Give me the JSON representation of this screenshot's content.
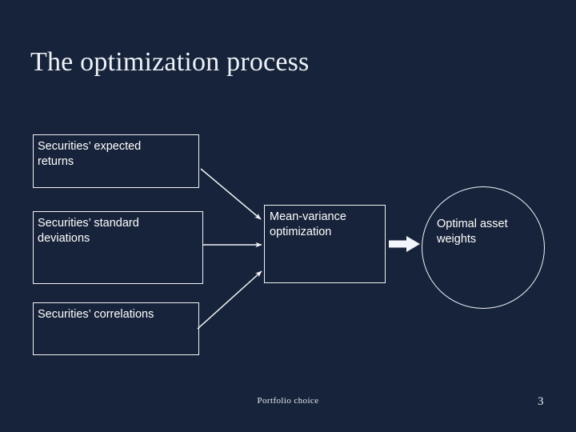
{
  "slide": {
    "title": "The optimization process",
    "background_color": "#17233a",
    "foreground_color": "#ffffff",
    "footer_note": "Portfolio choice",
    "page_number": "3"
  },
  "diagram": {
    "type": "flowchart",
    "nodes": [
      {
        "id": "expected-returns",
        "shape": "rectangle",
        "label": "Securities’ expected\nreturns"
      },
      {
        "id": "standard-deviations",
        "shape": "rectangle",
        "label": "Securities’ standard\ndeviations"
      },
      {
        "id": "correlations",
        "shape": "rectangle",
        "label": "Securities’ correlations"
      },
      {
        "id": "optimization",
        "shape": "rectangle",
        "label": "Mean-variance\noptimization"
      },
      {
        "id": "optimal-weights",
        "shape": "ellipse",
        "label": "Optimal asset\nweights"
      }
    ],
    "edges": [
      {
        "from": "expected-returns",
        "to": "optimization",
        "style": "thin-arrow"
      },
      {
        "from": "standard-deviations",
        "to": "optimization",
        "style": "thin-arrow"
      },
      {
        "from": "correlations",
        "to": "optimization",
        "style": "thin-arrow"
      },
      {
        "from": "optimization",
        "to": "optimal-weights",
        "style": "block-arrow"
      }
    ]
  }
}
